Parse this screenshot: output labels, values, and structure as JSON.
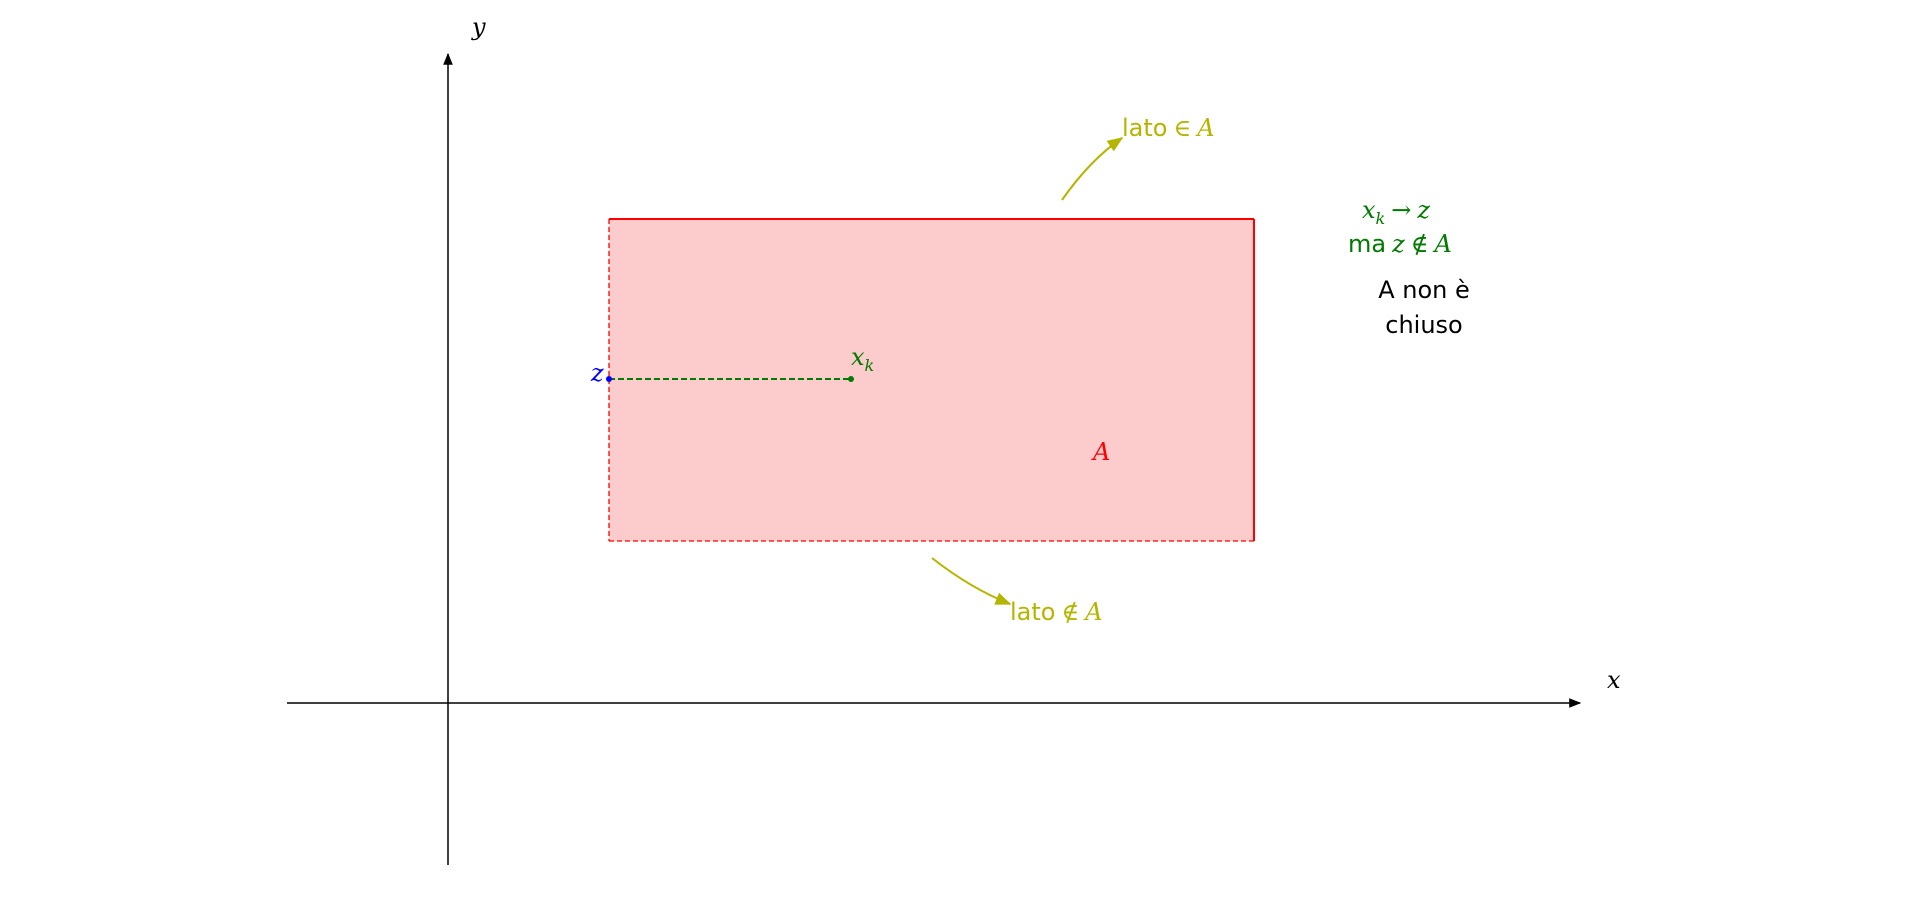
{
  "axes": {
    "x_label": "x",
    "y_label": "y",
    "axis_color": "#000000"
  },
  "set": {
    "label": "A",
    "fill_color": "#fccbcb",
    "stroke_color": "#ff0000",
    "closed_sides": [
      "top",
      "right"
    ],
    "open_sides": [
      "bottom",
      "left"
    ]
  },
  "points": {
    "z_label": "z",
    "z_color": "#0000ff",
    "xk_label": "x",
    "xk_subscript": "k",
    "sequence_color": "#007a00"
  },
  "annotations": {
    "top_side_word": "lato",
    "top_side_symbol": "∈",
    "top_side_set": "A",
    "bottom_side_word": "lato",
    "bottom_side_symbol": "∉",
    "bottom_side_set": "A",
    "annotation_color": "#b5b500"
  },
  "conclusion": {
    "limit_x": "x",
    "limit_sub": "k",
    "limit_arrow": "→",
    "limit_z": "z",
    "but_word": "ma",
    "but_z": "z",
    "but_symbol": "∉",
    "but_set": "A",
    "statement_line1": "A non è",
    "statement_line2": "chiuso",
    "statement_color": "#000000"
  }
}
